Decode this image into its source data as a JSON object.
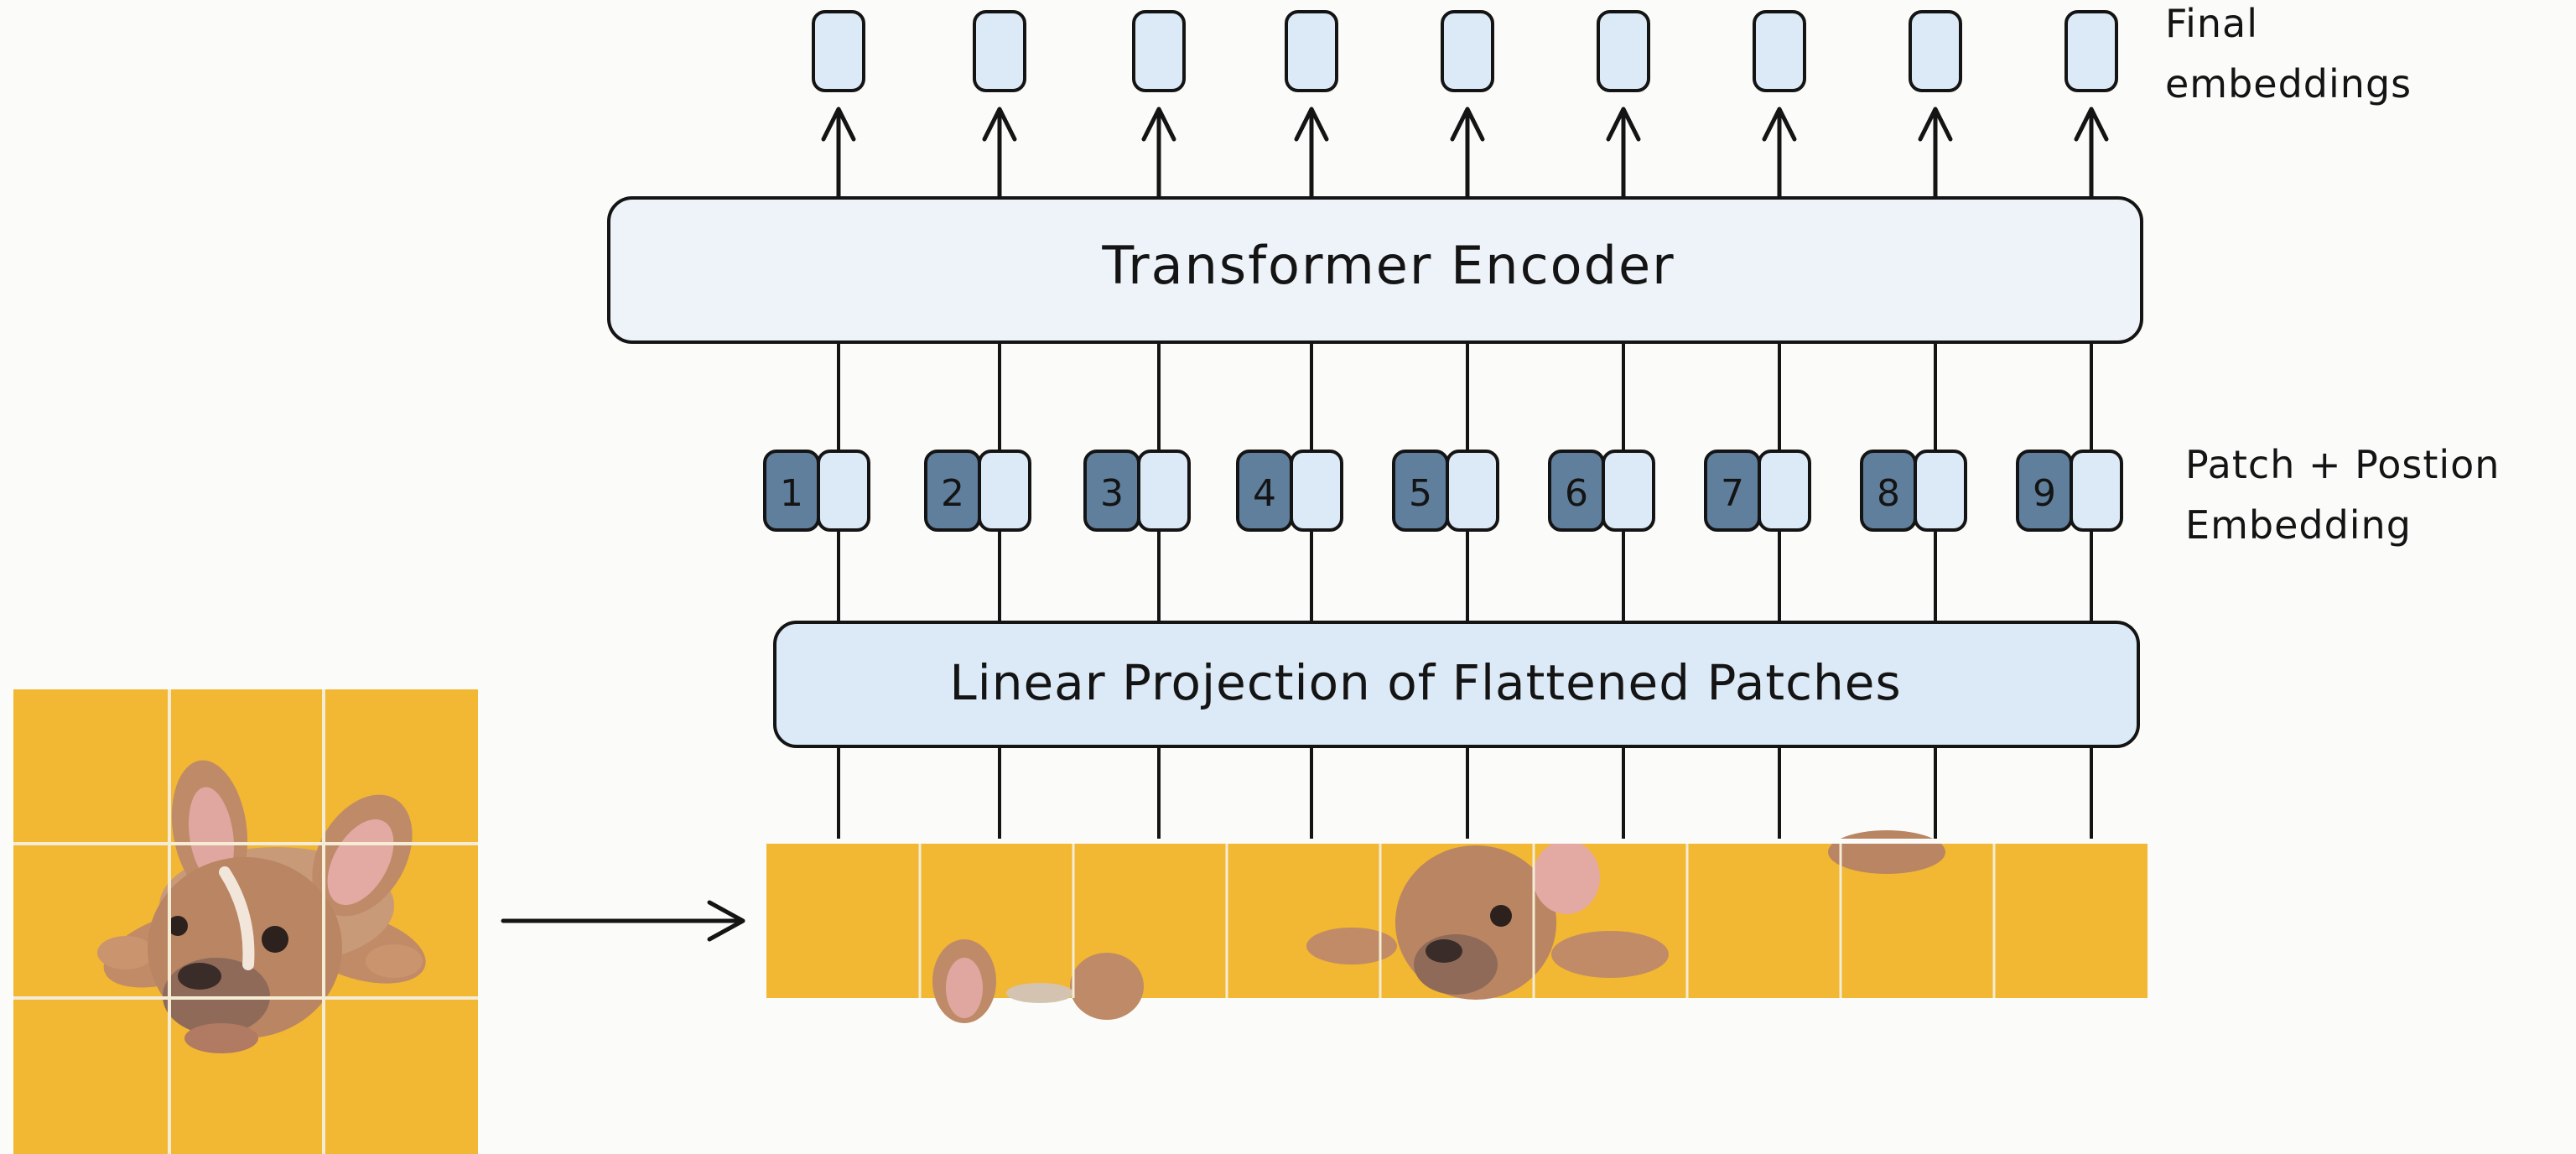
{
  "diagram": {
    "title": "",
    "encoder_label": "Transformer Encoder",
    "projection_label": "Linear Projection of Flattened Patches",
    "final_label_line1": "Final",
    "final_label_line2": "embeddings",
    "patch_label_line1": "Patch + Postion",
    "patch_label_line2": "Embedding",
    "position_numbers": [
      "1",
      "2",
      "3",
      "4",
      "5",
      "6",
      "7",
      "8",
      "9"
    ]
  },
  "colors": {
    "background": "#fbfbf9",
    "box_fill": "#dce9f6",
    "encoder_fill": "#eef2f9",
    "position_fill": "#5f7f9c",
    "stroke": "#141414",
    "photo_background": "#f2b733",
    "dog": "#b98563",
    "grid_line": "#f4ecd4"
  }
}
